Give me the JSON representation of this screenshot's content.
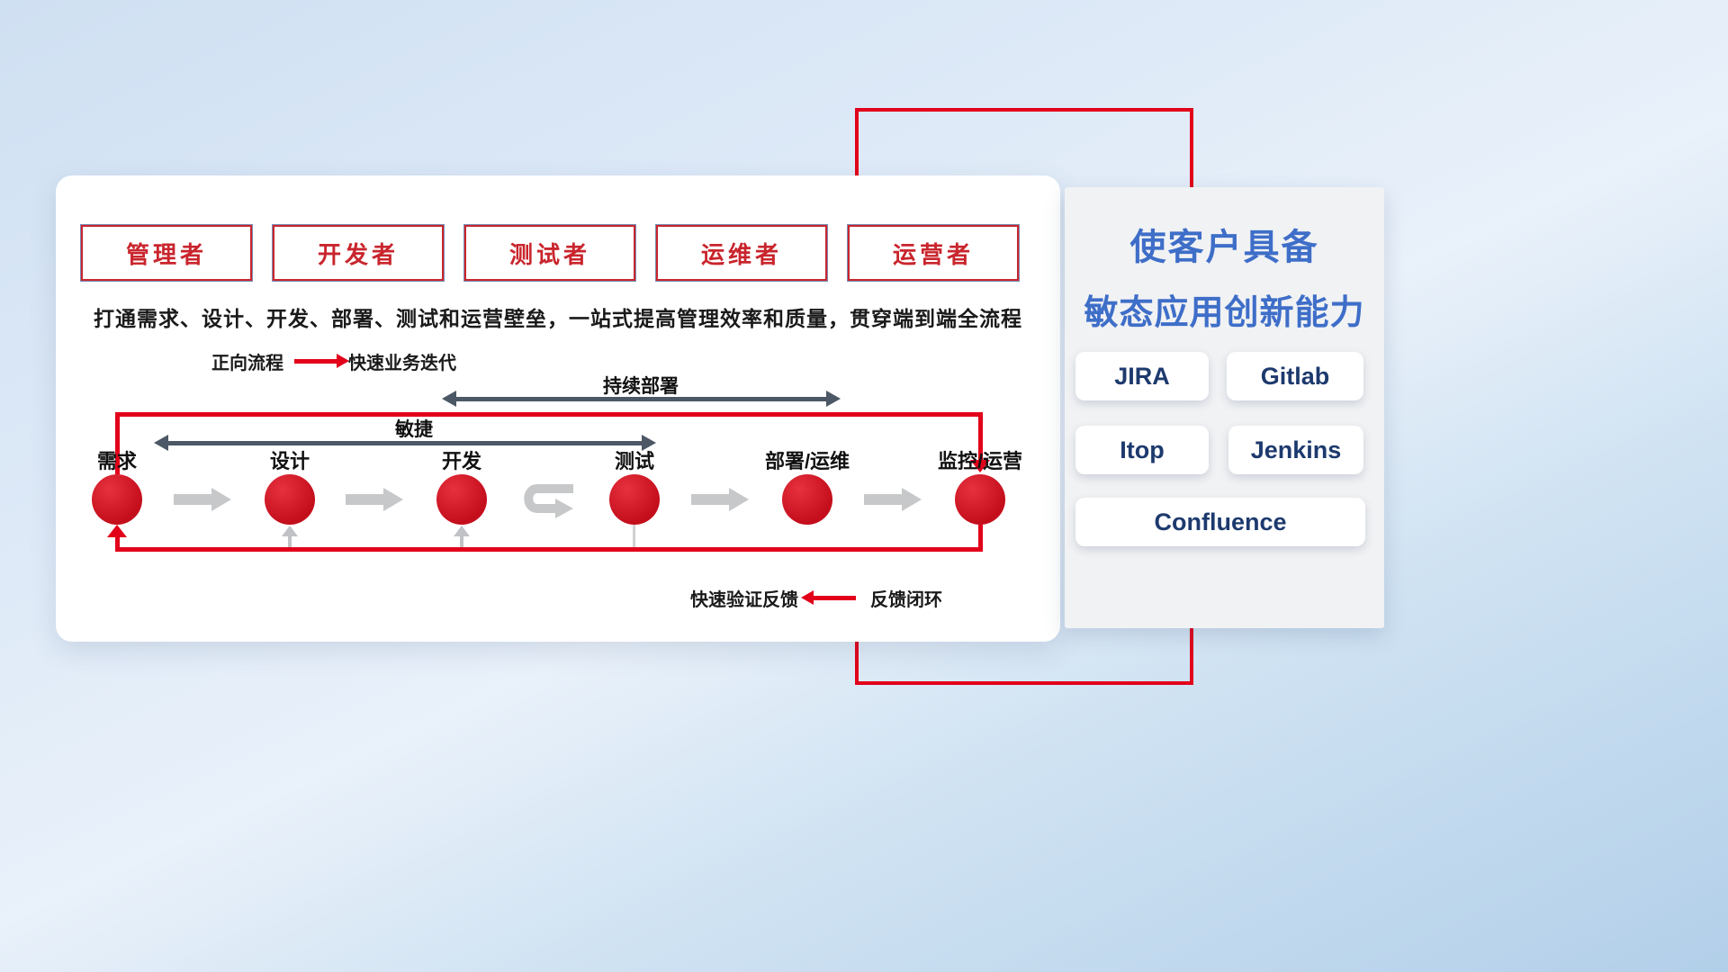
{
  "roles": [
    {
      "label": "管理者"
    },
    {
      "label": "开发者"
    },
    {
      "label": "测试者"
    },
    {
      "label": "运维者"
    },
    {
      "label": "运营者"
    }
  ],
  "subtitle": "打通需求、设计、开发、部署、测试和运营壁垒，一站式提高管理效率和质量，贯穿端到端全流程",
  "legend_forward": {
    "label": "正向流程",
    "desc": "快速业务迭代"
  },
  "legend_feedback": {
    "desc": "快速验证反馈",
    "label": "反馈闭环"
  },
  "flow": {
    "agile_label": "敏捷",
    "cd_label": "持续部署",
    "stages": [
      "需求",
      "设计",
      "开发",
      "测试",
      "部署/运维",
      "监控/运营"
    ]
  },
  "right_panel": {
    "title_line1": "使客户具备",
    "title_line2": "敏态应用创新能力",
    "tools": [
      "JIRA",
      "Gitlab",
      "Itop",
      "Jenkins",
      "Confluence"
    ]
  },
  "colors": {
    "accent_red": "#e2001a",
    "role_red": "#c9252d",
    "title_blue": "#3e6ec8",
    "tool_navy": "#1d3a6e",
    "slate_arrow": "#4d5866",
    "gray_arrow": "#c6c8ca"
  }
}
